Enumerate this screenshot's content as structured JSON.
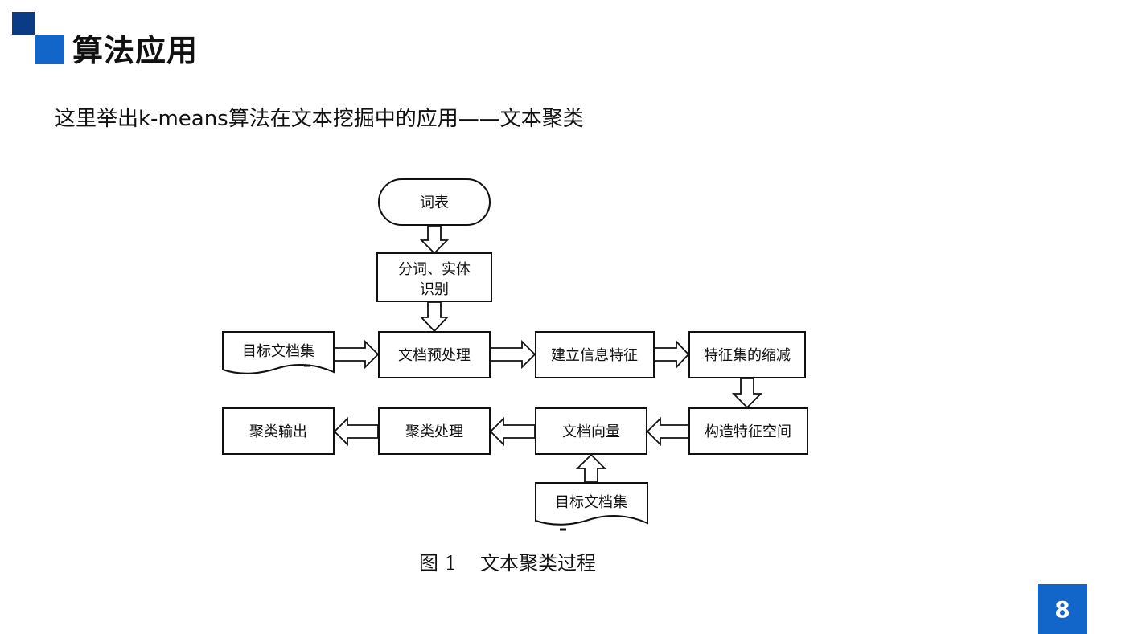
{
  "slide": {
    "title": "算法应用",
    "subtitle": "这里举出k-means算法在文本挖掘中的应用——文本聚类",
    "page_number": "8",
    "accent_color": "#1266c9",
    "accent_dark": "#0a3b84"
  },
  "diagram": {
    "caption_label": "图 1",
    "caption_title": "文本聚类过程",
    "nodes": {
      "vocabulary": "词表",
      "segmentation_line1": "分词、实体",
      "segmentation_line2": "识别",
      "target_docs_left": "目标文档集",
      "preprocess": "文档预处理",
      "build_features": "建立信息特征",
      "feature_reduction": "特征集的缩减",
      "feature_space": "构造特征空间",
      "doc_vector": "文档向量",
      "cluster_process": "聚类处理",
      "cluster_output": "聚类输出",
      "target_docs_bottom": "目标文档集"
    }
  }
}
